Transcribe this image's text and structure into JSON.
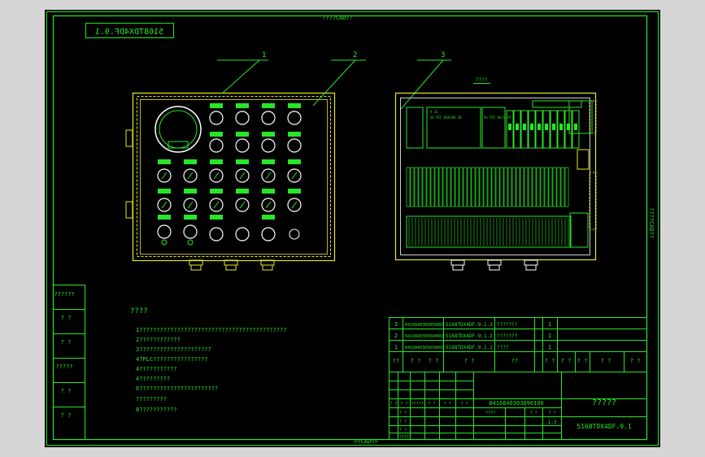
{
  "title_top": "????CAD??",
  "title_bottom": "<<CAD>>",
  "title_right": "????CAD??",
  "drawing_code_mirrored": "5168TDX4DF.9.1",
  "callouts": [
    "1",
    "2",
    "3"
  ],
  "right_view_label": "????",
  "left_strip_labels": [
    "??????",
    "? ?",
    "? ?",
    "?????",
    "? ?",
    "? ?"
  ],
  "notes": {
    "heading": "????",
    "lines": [
      "1???????????????????????????????????????????",
      "2????????????",
      "3?????????????????????",
      "4?PLC????????????????",
      "4???????????",
      "4?????????",
      "6???????????????????????",
      "?????????",
      "8???????????"
    ]
  },
  "parts_table": [
    {
      "num": "3",
      "code": "0416840303050001",
      "drawing": "5168TDX4DF.9.1.3",
      "name": "???????",
      "qty": "1"
    },
    {
      "num": "2",
      "code": "0416840303040001",
      "drawing": "5168TDX4DF.9.1.2",
      "name": "???????",
      "qty": "1"
    },
    {
      "num": "1",
      "code": "0416840303030001",
      "drawing": "5168TDX4DF.9.1.1",
      "name": "????",
      "qty": "1"
    }
  ],
  "parts_header": [
    "??",
    "? ?",
    "? ?",
    "? ?",
    "??",
    "? ?",
    "? ?",
    "? ?",
    "? ?",
    "? ?"
  ],
  "title_block": {
    "code": "0416840303090100",
    "name": "?????",
    "drawing_no": "5168TDX4DF.9.1",
    "row_labels": [
      "? ?",
      "? ?",
      "? ?",
      "????"
    ],
    "header_cells": [
      "? ?",
      "? ?",
      "?????",
      "? ?",
      "? ?",
      "? ?"
    ],
    "mid_cells": [
      "????",
      "? ?",
      "? ?"
    ],
    "scale": "1:3"
  },
  "panel_labels": {
    "l1": "A 15",
    "l2": "F 16",
    "box_a": "SG  PIC  HSO/BV  1D",
    "box_b": "SG  PIC  HS/V  PI"
  }
}
